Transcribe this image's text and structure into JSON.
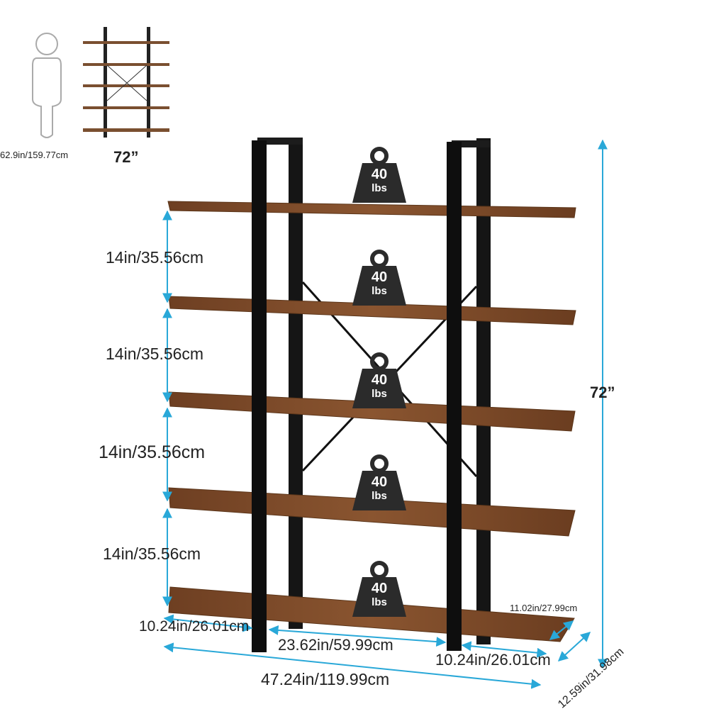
{
  "colors": {
    "wood": "#7a4a2a",
    "wood_edge": "#5b3519",
    "frame": "#111111",
    "dimension": "#29a8d8",
    "weight_icon": "#2b2b2b"
  },
  "thumbnail": {
    "person_height": "62.9in/159.77cm",
    "shelf_height": "72”"
  },
  "weight_badges": [
    {
      "value": "40",
      "unit": "lbs"
    },
    {
      "value": "40",
      "unit": "lbs"
    },
    {
      "value": "40",
      "unit": "lbs"
    },
    {
      "value": "40",
      "unit": "lbs"
    },
    {
      "value": "40",
      "unit": "lbs"
    }
  ],
  "shelf_spacing": [
    "14in/35.56cm",
    "14in/35.56cm",
    "14in/35.56cm",
    "14in/35.56cm"
  ],
  "total_height": "72”",
  "dimensions": {
    "left_side_depth": "10.24in/26.01cm",
    "middle_width": "23.62in/59.99cm",
    "right_side_depth": "10.24in/26.01cm",
    "total_width": "47.24in/119.99cm",
    "shelf_depth": "11.02in/27.99cm",
    "base_depth": "12.59in/31.98cm"
  }
}
